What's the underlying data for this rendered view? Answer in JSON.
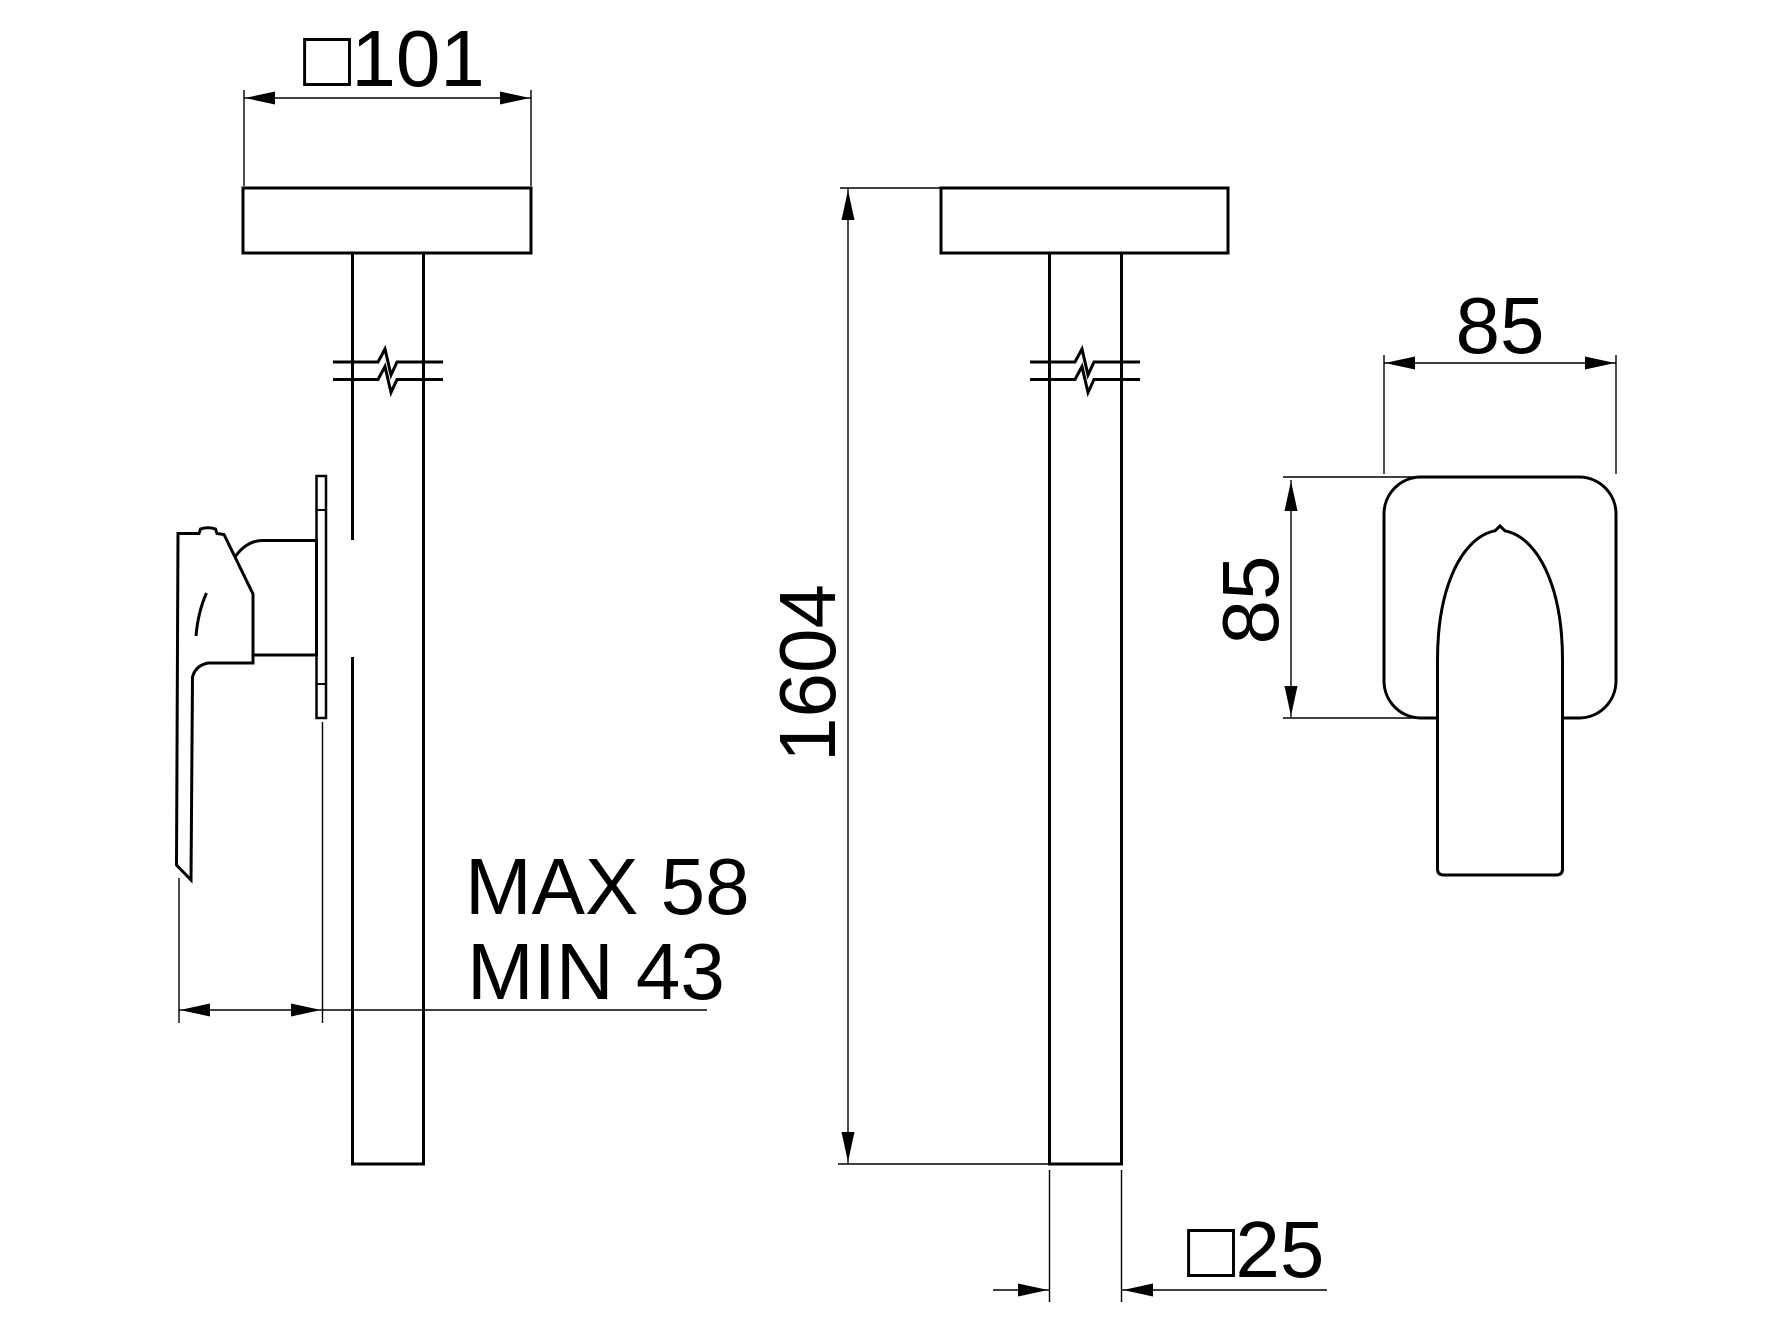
{
  "drawing": {
    "type": "technical-dimension-drawing",
    "background_color": "#ffffff",
    "line_color": "#000000",
    "labels": {
      "flange_width": "□101",
      "projection_max": "MAX 58",
      "projection_min": "MIN 43",
      "overall_height": "1604",
      "tube_width": "□25",
      "trim_plate_width": "85",
      "trim_plate_height": "85"
    }
  }
}
